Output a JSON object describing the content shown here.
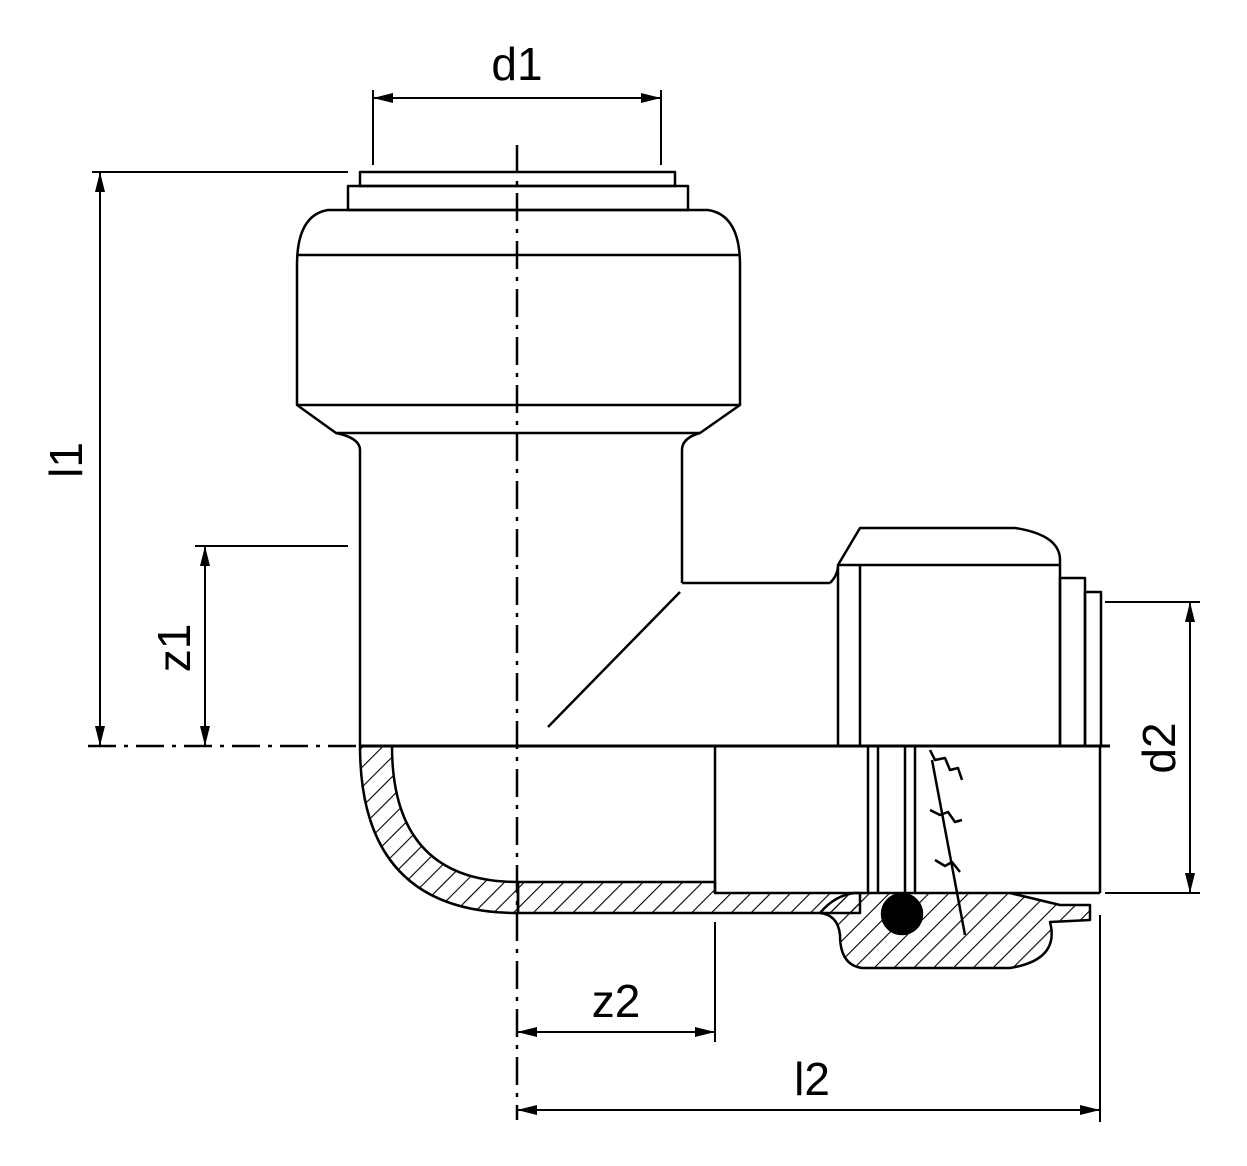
{
  "labels": {
    "d1": "d1",
    "d2": "d2",
    "l1": "l1",
    "l2": "l2",
    "z1": "z1",
    "z2": "z2"
  },
  "colors": {
    "line": "#000000",
    "background": "#ffffff"
  }
}
